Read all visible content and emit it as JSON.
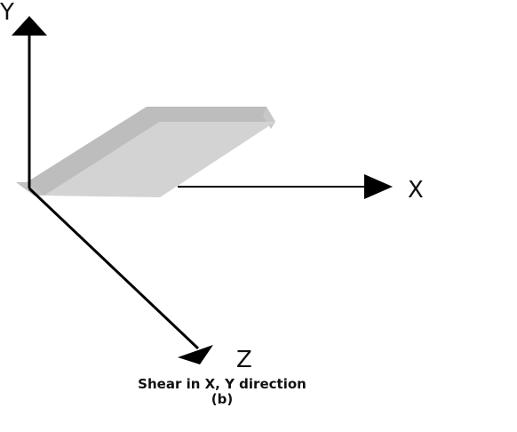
{
  "axes": {
    "y_label": "Y",
    "x_label": "X",
    "z_label": "Z"
  },
  "caption": {
    "title": "Shear in X, Y direction",
    "subtitle": "(b)"
  },
  "colors": {
    "axis": "#000000",
    "box_front": "#d2d2d2",
    "box_top": "#bdbdbd",
    "box_side": "#c4c4c4"
  }
}
